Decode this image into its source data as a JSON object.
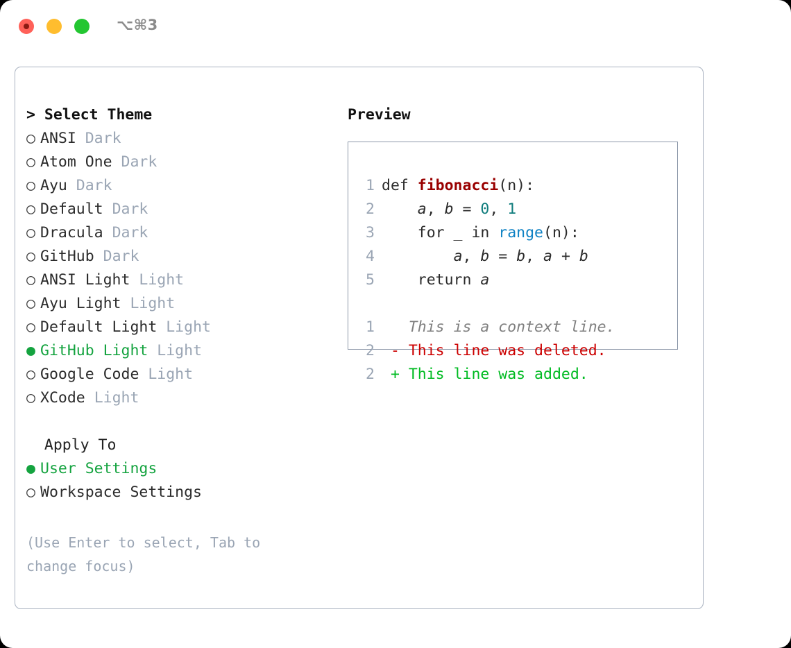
{
  "titlebar": {
    "shortcut": "⌥⌘3",
    "buttons": {
      "close": "close-button",
      "minimize": "minimize-button",
      "maximize": "maximize-button"
    }
  },
  "theme_picker": {
    "header": "> Select Theme",
    "items": [
      {
        "bullet": "○",
        "label": "ANSI",
        "tag": "Dark",
        "selected": false
      },
      {
        "bullet": "○",
        "label": "Atom One",
        "tag": "Dark",
        "selected": false
      },
      {
        "bullet": "○",
        "label": "Ayu",
        "tag": "Dark",
        "selected": false
      },
      {
        "bullet": "○",
        "label": "Default",
        "tag": "Dark",
        "selected": false
      },
      {
        "bullet": "○",
        "label": "Dracula",
        "tag": "Dark",
        "selected": false
      },
      {
        "bullet": "○",
        "label": "GitHub",
        "tag": "Dark",
        "selected": false
      },
      {
        "bullet": "○",
        "label": "ANSI Light",
        "tag": "Light",
        "selected": false
      },
      {
        "bullet": "○",
        "label": "Ayu Light",
        "tag": "Light",
        "selected": false
      },
      {
        "bullet": "○",
        "label": "Default Light",
        "tag": "Light",
        "selected": false
      },
      {
        "bullet": "●",
        "label": "GitHub Light",
        "tag": "Light",
        "selected": true
      },
      {
        "bullet": "○",
        "label": "Google Code",
        "tag": "Light",
        "selected": false
      },
      {
        "bullet": "○",
        "label": "XCode",
        "tag": "Light",
        "selected": false
      }
    ]
  },
  "apply_to": {
    "header": "  Apply To",
    "items": [
      {
        "bullet": "●",
        "label": "User Settings",
        "selected": true
      },
      {
        "bullet": "○",
        "label": "Workspace Settings",
        "selected": false
      }
    ]
  },
  "hint": "(Use Enter to select, Tab to change focus)",
  "preview": {
    "title": "Preview",
    "code_lines": [
      {
        "ln": "1",
        "text": "def fibonacci(n):"
      },
      {
        "ln": "2",
        "text": "    a, b = 0, 1"
      },
      {
        "ln": "3",
        "text": "    for _ in range(n):"
      },
      {
        "ln": "4",
        "text": "        a, b = b, a + b"
      },
      {
        "ln": "5",
        "text": "    return a"
      }
    ],
    "diff_lines": [
      {
        "ln": "1",
        "marker": " ",
        "text": "This is a context line.",
        "kind": "context"
      },
      {
        "ln": "2",
        "marker": "-",
        "text": "This line was deleted.",
        "kind": "deleted"
      },
      {
        "ln": "2",
        "marker": "+",
        "text": "This line was added.",
        "kind": "added"
      }
    ]
  },
  "colors": {
    "selection_green": "#14a33f",
    "tag_gray": "#9aa5b4",
    "panel_border": "#a9b2c0",
    "preview_border": "#8b97a8",
    "diff_deleted": "#cc0000",
    "diff_added": "#00bb22",
    "diff_context": "#808080",
    "syntax_function": "#990000",
    "syntax_number": "#0f7c7c",
    "syntax_call": "#0f82c4"
  }
}
